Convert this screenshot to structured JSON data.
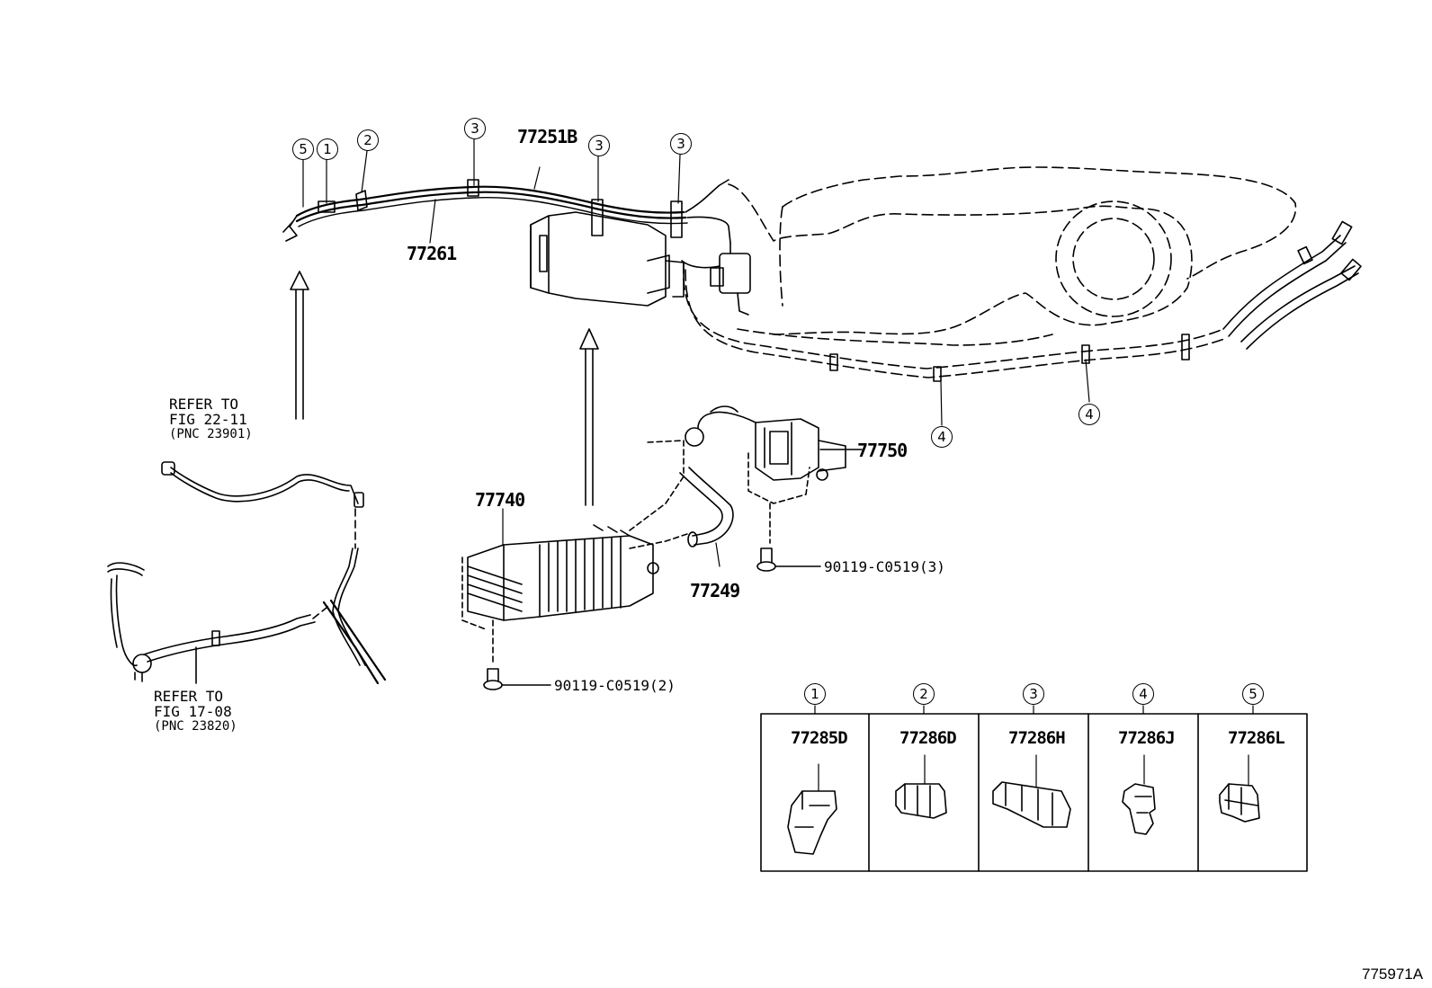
{
  "callouts": {
    "c5a": "5",
    "c1a": "1",
    "c2a": "2",
    "c3a": "3",
    "c3b": "3",
    "c3c": "3",
    "c4a": "4",
    "c4b": "4"
  },
  "parts": {
    "p77251B": "77251B",
    "p77261": "77261",
    "p77740": "77740",
    "p77750": "77750",
    "p77249": "77249",
    "bolt_a": "90119-C0519(3)",
    "bolt_b": "90119-C0519(2)"
  },
  "references": [
    {
      "line1": "REFER TO",
      "line2": "FIG 22-11",
      "line3": "(PNC 23901)"
    },
    {
      "line1": "REFER TO",
      "line2": "FIG 17-08",
      "line3": "(PNC 23820)"
    }
  ],
  "legend": [
    {
      "num": "1",
      "part": "77285D"
    },
    {
      "num": "2",
      "part": "77286D"
    },
    {
      "num": "3",
      "part": "77286H"
    },
    {
      "num": "4",
      "part": "77286J"
    },
    {
      "num": "5",
      "part": "77286L"
    }
  ],
  "illustration_code": "775971A"
}
